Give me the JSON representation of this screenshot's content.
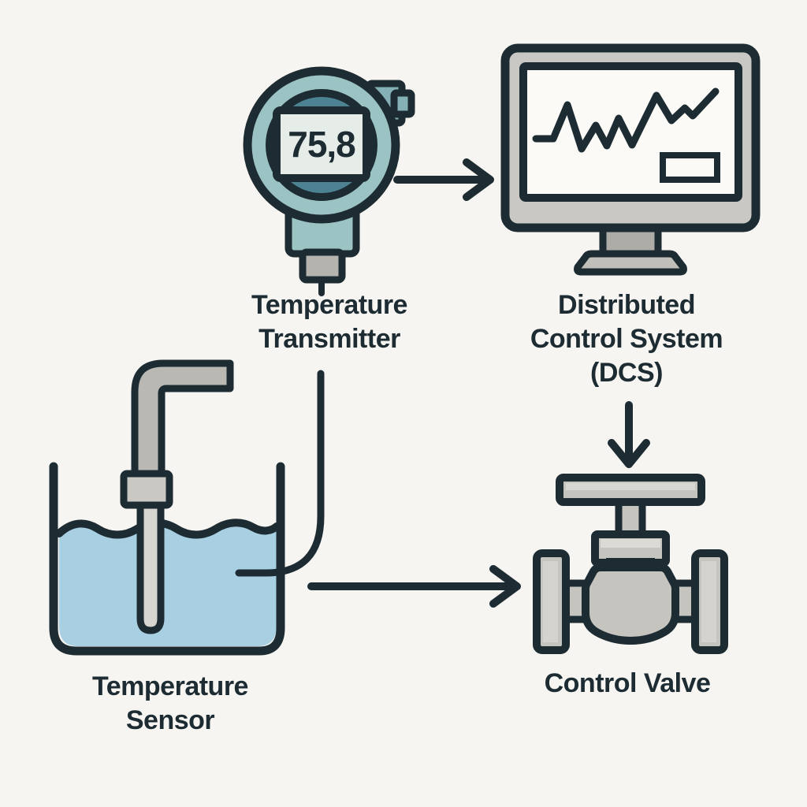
{
  "diagram_title": "",
  "nodes": {
    "transmitter": {
      "label": "Temperature Transmitter",
      "display_value": "75,8",
      "icon": "temperature-transmitter-icon"
    },
    "dcs": {
      "label": "Distributed Control System (DCS)",
      "icon": "dcs-monitor-icon"
    },
    "sensor": {
      "label": "Temperature Sensor",
      "icon": "temperature-sensor-tank-icon"
    },
    "valve": {
      "label": "Control Valve",
      "icon": "control-valve-icon"
    }
  },
  "connections": [
    {
      "from": "transmitter",
      "to": "dcs",
      "style": "arrow"
    },
    {
      "from": "dcs",
      "to": "valve",
      "style": "arrow"
    },
    {
      "from": "sensor",
      "to": "valve",
      "style": "arrow"
    },
    {
      "from": "sensor",
      "to": "transmitter",
      "style": "curved-wire"
    }
  ],
  "monitor_waveform_points": "680,176 702,176 720,133 738,189 756,159 770,185 785,150 802,184 833,121 852,153 869,137 879,147 908,116",
  "colors": {
    "background": "#f7f5f1",
    "outline": "#1d2b33",
    "label_text": "#1d2b33",
    "teal_light": "#9cc3c4",
    "teal_mid": "#84b0b6",
    "teal_dark": "#4d8292",
    "display_bg": "#e6ece8",
    "water_blue": "#a9cfe2",
    "gray_fill": "#c5c4bf",
    "gray_light": "#d6d5d0",
    "gray_mid": "#b4b3ae",
    "screen_white": "#fbfaf6"
  }
}
